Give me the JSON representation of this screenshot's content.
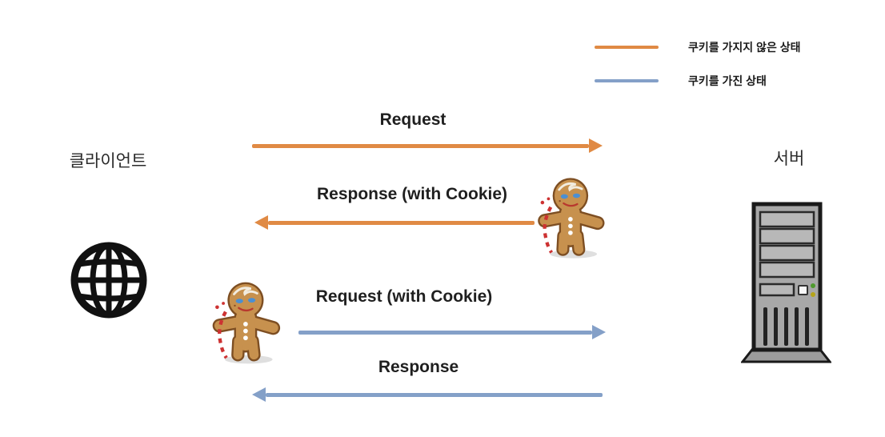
{
  "diagram": {
    "description": "HTTP cookie exchange between client and server"
  },
  "legend": {
    "items": [
      {
        "label": "쿠키를 가지지 않은 상태",
        "color": "#e08a44"
      },
      {
        "label": "쿠키를 가진 상태",
        "color": "#84a0c8"
      }
    ]
  },
  "actors": {
    "client": {
      "label": "클라이언트",
      "icon": "globe-icon"
    },
    "server": {
      "label": "서버",
      "icon": "server-tower-icon"
    }
  },
  "flows": [
    {
      "label": "Request",
      "direction": "right",
      "cookie_state": "without-cookie",
      "color": "#e08a44",
      "has_cookie_icon": false
    },
    {
      "label": "Response (with Cookie)",
      "direction": "left",
      "cookie_state": "without-cookie",
      "color": "#e08a44",
      "has_cookie_icon": true
    },
    {
      "label": "Request (with Cookie)",
      "direction": "right",
      "cookie_state": "with-cookie",
      "color": "#84a0c8",
      "has_cookie_icon": true
    },
    {
      "label": "Response",
      "direction": "left",
      "cookie_state": "with-cookie",
      "color": "#84a0c8",
      "has_cookie_icon": false
    }
  ],
  "icons": {
    "cookie": "gingerbread-cookie-icon",
    "client": "globe-icon",
    "server": "server-tower-icon"
  },
  "colors": {
    "no_cookie_arrow": "#e08a44",
    "has_cookie_arrow": "#84a0c8",
    "text": "#1f1f1f",
    "background": "#ffffff"
  }
}
